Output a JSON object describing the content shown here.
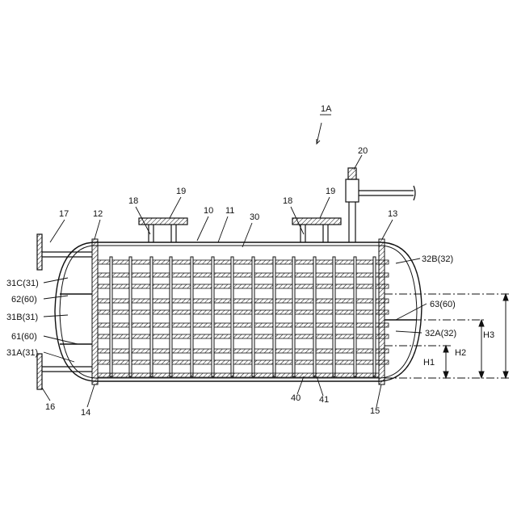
{
  "labels": {
    "main": "1A",
    "pipe_top": "20",
    "nozzle_left": "18",
    "nozzle_right": "18",
    "flange_left": "19",
    "flange_right": "19",
    "shell": "10",
    "shell_body": "11",
    "tube_bundle": "30",
    "left_pipe": "17",
    "left_tubesheet": "12",
    "right_tubesheet": "13",
    "bottom_left_pipe": "16",
    "bottom_tubesheet_left": "14",
    "bottom_tubesheet_right": "15",
    "baffle": "40",
    "baffle_tube": "41",
    "pass_31c": "31C(31)",
    "part_62": "62(60)",
    "pass_31b": "31B(31)",
    "part_61": "61(60)",
    "pass_31a": "31A(31)",
    "pass_32b": "32B(32)",
    "part_63": "63(60)",
    "pass_32a": "32A(32)",
    "height_h1": "H1",
    "height_h2": "H2",
    "height_h3": "H3"
  },
  "colors": {
    "line": "#111111",
    "hatch": "#111111",
    "background": "#ffffff"
  }
}
